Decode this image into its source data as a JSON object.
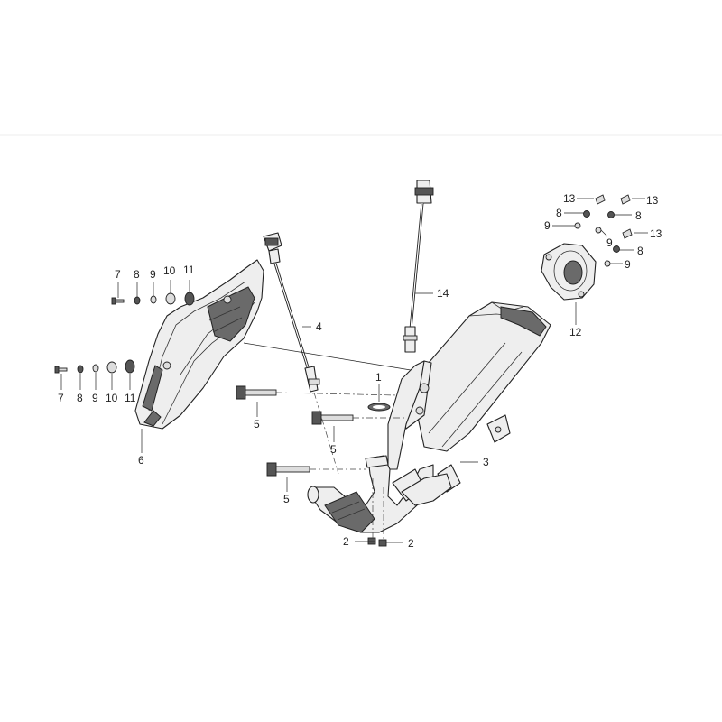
{
  "diagram": {
    "colors": {
      "line": "#222222",
      "fill": "#eeeeee",
      "shade": "#6a6a6a",
      "background": "#ffffff"
    },
    "callouts": {
      "c1": "1",
      "c2a": "2",
      "c2b": "2",
      "c3": "3",
      "c4": "4",
      "c5a": "5",
      "c5b": "5",
      "c5c": "5",
      "c6": "6",
      "c7a": "7",
      "c7b": "7",
      "c8a": "8",
      "c8b": "8",
      "c8c": "8",
      "c8d": "8",
      "c8e": "8",
      "c9a": "9",
      "c9b": "9",
      "c9c": "9",
      "c9d": "9",
      "c9e": "9",
      "c10a": "10",
      "c10b": "10",
      "c11a": "11",
      "c11b": "11",
      "c12": "12",
      "c13a": "13",
      "c13b": "13",
      "c13c": "13",
      "c14": "14"
    }
  }
}
